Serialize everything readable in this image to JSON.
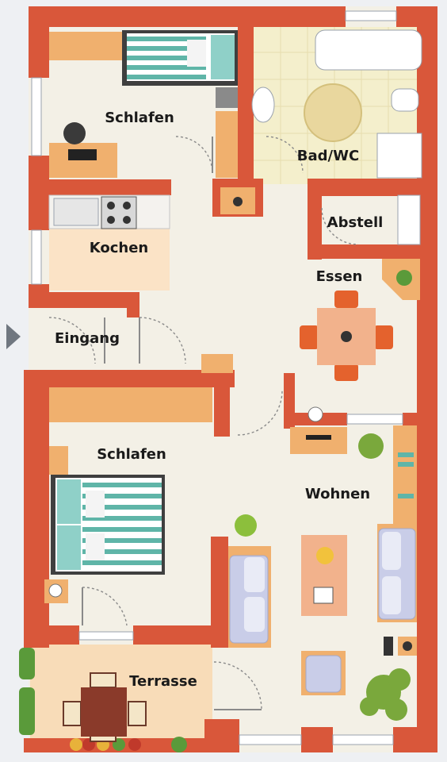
{
  "rooms": {
    "schlafen_top": "Schlafen",
    "bad": "Bad/WC",
    "kochen": "Kochen",
    "abstell": "Abstell",
    "essen": "Essen",
    "eingang": "Eingang",
    "schlafen_bottom": "Schlafen",
    "wohnen": "Wohnen",
    "terrasse": "Terrasse"
  },
  "colors": {
    "wall": "#d9573a",
    "floor": "#f3f0e6",
    "tile": "#f4efcc",
    "wood": "#f0b06e",
    "terrace": "#f8dcb8",
    "bedding_teal": "#5fb5a8",
    "sofa": "#c9cde8",
    "chair": "#e4622d",
    "table": "#f2b28c"
  },
  "icons": {
    "entrance_marker": "triangle-right",
    "plants": "potted-plant"
  }
}
